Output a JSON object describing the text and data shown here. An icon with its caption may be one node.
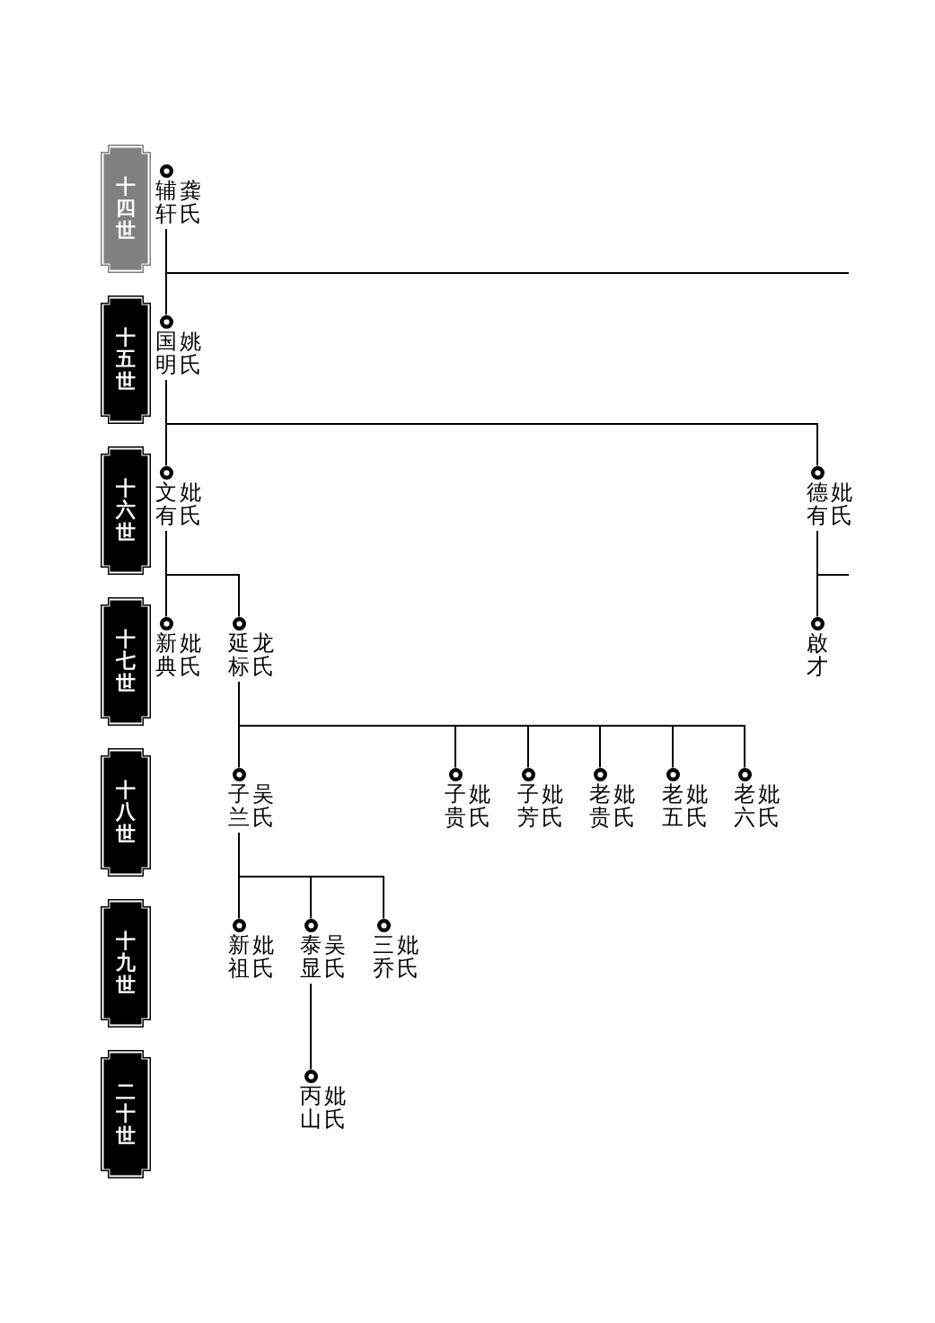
{
  "diagram": {
    "nodes": [
      {
        "text": [
          "十四世"
        ]
      },
      {
        "text": [
          "十五世"
        ]
      },
      {
        "text": [
          "十六世"
        ]
      },
      {
        "text": [
          "十七世"
        ]
      },
      {
        "text": [
          "十八世"
        ]
      },
      {
        "text": [
          "十九世"
        ]
      },
      {
        "text": [
          "二十世"
        ]
      },
      {
        "text": [
          "辅轩",
          "龚氏"
        ]
      },
      {
        "text": [
          "国明",
          "姚氏"
        ]
      },
      {
        "text": [
          "文有",
          "妣氏"
        ]
      },
      {
        "text": [
          "德有",
          "妣氏"
        ]
      },
      {
        "text": [
          "新典",
          "妣氏"
        ]
      },
      {
        "text": [
          "延标",
          "龙氏"
        ]
      },
      {
        "text": [
          "啟才"
        ]
      },
      {
        "text": [
          "子兰",
          "吴氏"
        ]
      },
      {
        "text": [
          "子贵",
          "妣氏"
        ]
      },
      {
        "text": [
          "子芳",
          "妣氏"
        ]
      },
      {
        "text": [
          "老贵",
          "妣氏"
        ]
      },
      {
        "text": [
          "老五",
          "妣氏"
        ]
      },
      {
        "text": [
          "老六",
          "妣氏"
        ]
      },
      {
        "text": [
          "新祖",
          "妣氏"
        ]
      },
      {
        "text": [
          "泰显",
          "吴氏"
        ]
      },
      {
        "text": [
          "三乔",
          "妣氏"
        ]
      },
      {
        "text": [
          "丙山",
          "妣氏"
        ]
      }
    ],
    "edges": [
      {
        "from": 7,
        "to": 8,
        "arrow": "none"
      },
      {
        "from": 7,
        "to": null,
        "arrow": "none"
      },
      {
        "from": 8,
        "to": 9,
        "arrow": "none"
      },
      {
        "from": 8,
        "to": 10,
        "arrow": "none"
      },
      {
        "from": 9,
        "to": 11,
        "arrow": "none"
      },
      {
        "from": 9,
        "to": 12,
        "arrow": "none"
      },
      {
        "from": 10,
        "to": 13,
        "arrow": "none"
      },
      {
        "from": 10,
        "to": null,
        "arrow": "none"
      },
      {
        "from": 12,
        "to": 14,
        "arrow": "none"
      },
      {
        "from": 12,
        "to": 15,
        "arrow": "none"
      },
      {
        "from": 12,
        "to": 16,
        "arrow": "none"
      },
      {
        "from": 12,
        "to": 17,
        "arrow": "none"
      },
      {
        "from": 12,
        "to": 18,
        "arrow": "none"
      },
      {
        "from": 12,
        "to": 19,
        "arrow": "none"
      },
      {
        "from": 14,
        "to": 20,
        "arrow": "none"
      },
      {
        "from": 14,
        "to": 21,
        "arrow": "none"
      },
      {
        "from": 14,
        "to": 22,
        "arrow": "none"
      },
      {
        "from": 21,
        "to": 23,
        "arrow": "none"
      }
    ]
  }
}
